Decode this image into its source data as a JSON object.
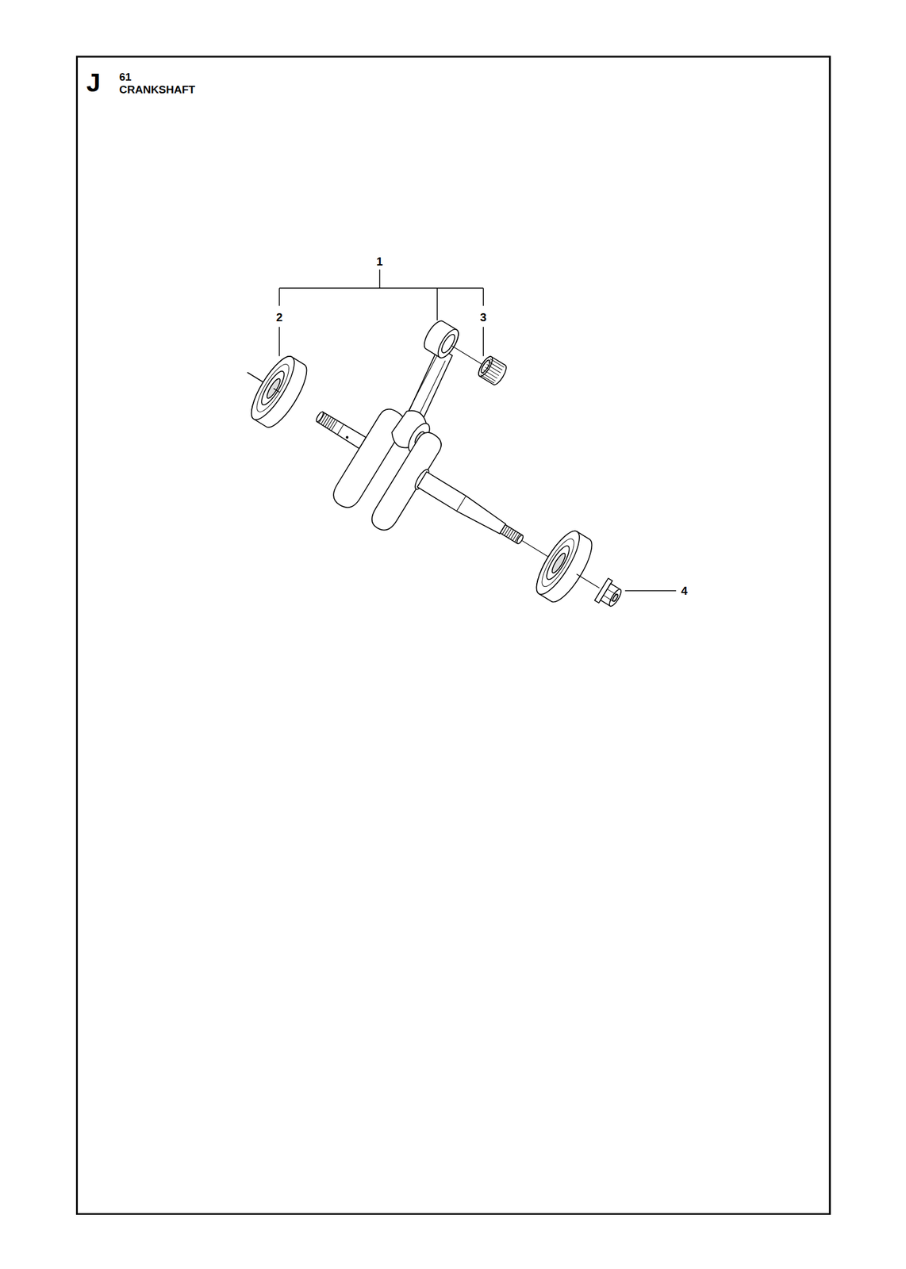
{
  "diagram": {
    "title": "CRANKSHAFT",
    "labels": [
      "J",
      "61",
      "1",
      "2",
      "3",
      "4"
    ]
  }
}
